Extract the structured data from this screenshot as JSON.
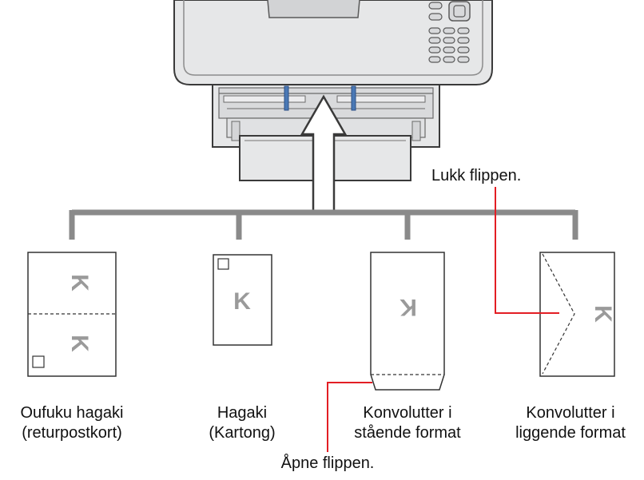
{
  "annotations": {
    "close_flap": "Lukk flippen.",
    "open_flap": "Åpne flippen."
  },
  "card_mark": "K",
  "cards": [
    {
      "id": "oufuku",
      "line1": "Oufuku hagaki",
      "line2": "(returpostkort)"
    },
    {
      "id": "hagaki",
      "line1": "Hagaki",
      "line2": "(Kartong)"
    },
    {
      "id": "envelope-portrait",
      "line1": "Konvolutter i",
      "line2": "stående format"
    },
    {
      "id": "envelope-landscape",
      "line1": "Konvolutter i",
      "line2": "liggende format"
    }
  ],
  "colors": {
    "printer_body": "#e6e7e8",
    "printer_outline": "#3a3a3a",
    "tree_lines": "#8a8a8a",
    "arrow_fill": "#ffffff",
    "guide_blue": "#4a78b5",
    "callout_red": "#e31e24"
  }
}
